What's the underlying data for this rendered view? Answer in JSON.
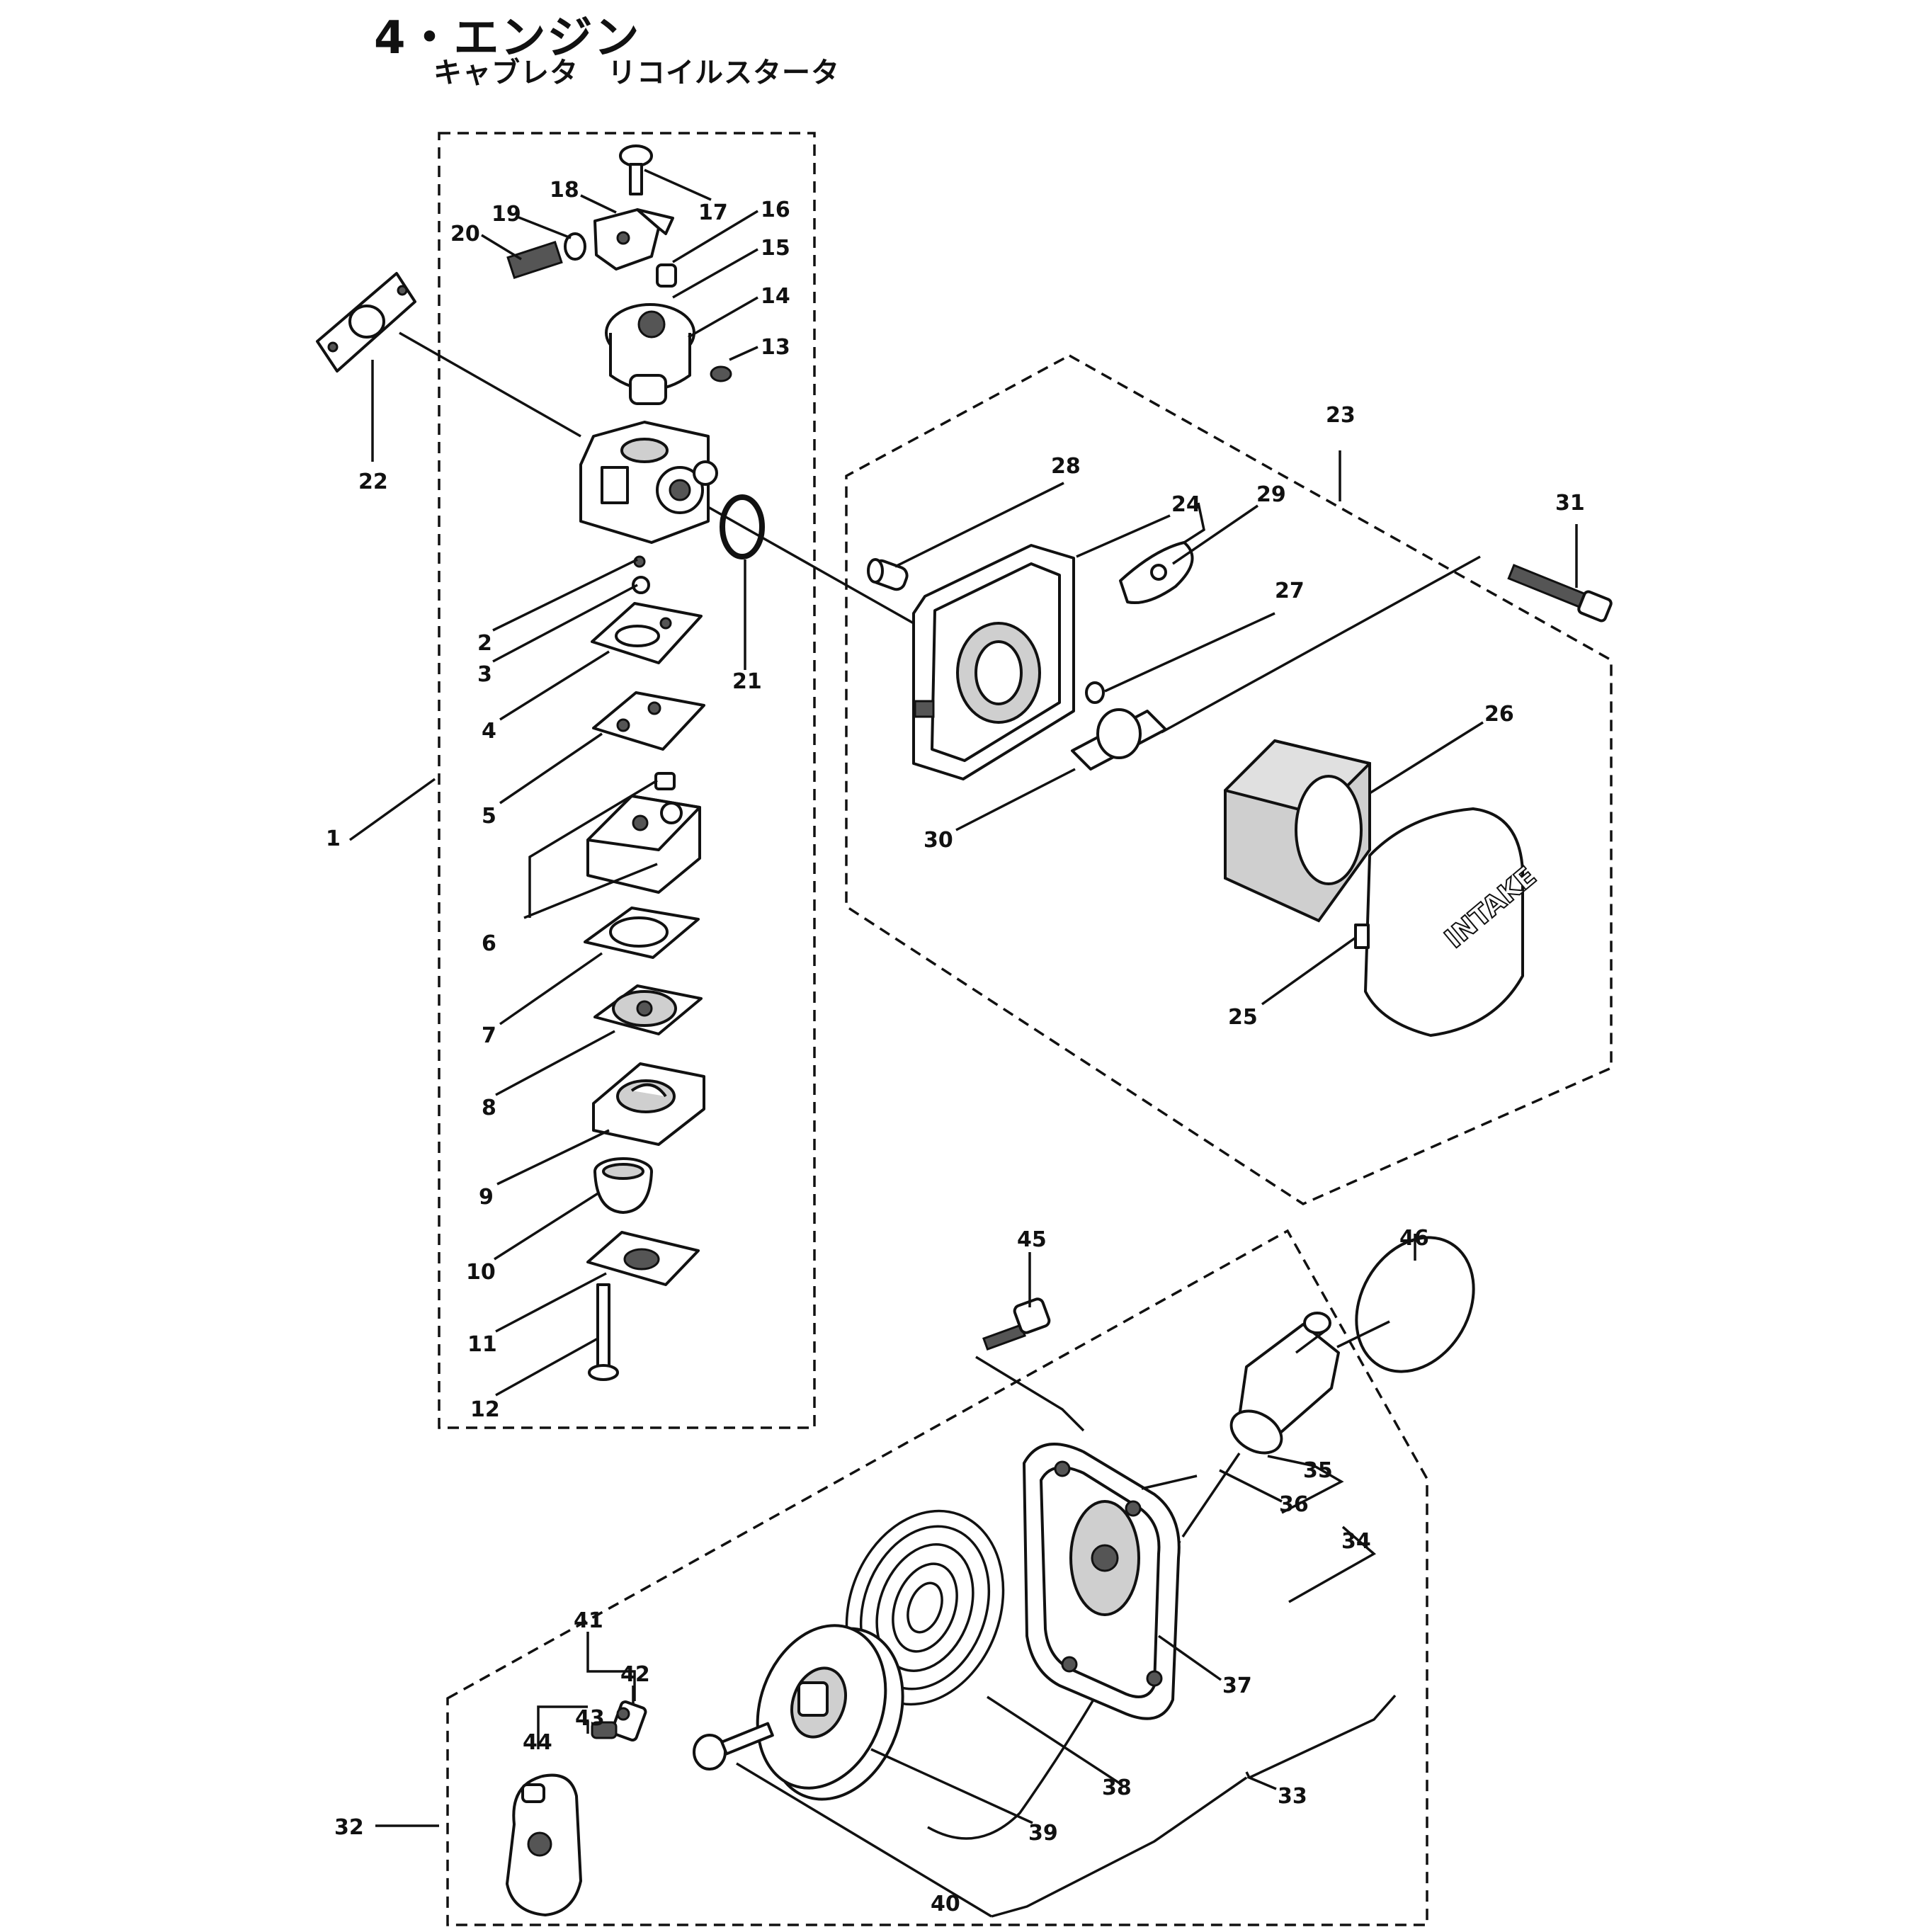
{
  "header": {
    "title": "4・エンジン",
    "subtitle": "キャブレタ　リコイルスタータ"
  },
  "part_numbers": [
    "1",
    "2",
    "3",
    "4",
    "5",
    "6",
    "7",
    "8",
    "9",
    "10",
    "11",
    "12",
    "13",
    "14",
    "15",
    "16",
    "17",
    "18",
    "19",
    "20",
    "21",
    "22",
    "23",
    "24",
    "25",
    "26",
    "27",
    "28",
    "29",
    "30",
    "31",
    "32",
    "33",
    "34",
    "35",
    "36",
    "37",
    "38",
    "39",
    "40",
    "41",
    "42",
    "43",
    "44",
    "45",
    "46"
  ],
  "air_filter_cover_text": "INTAKE"
}
